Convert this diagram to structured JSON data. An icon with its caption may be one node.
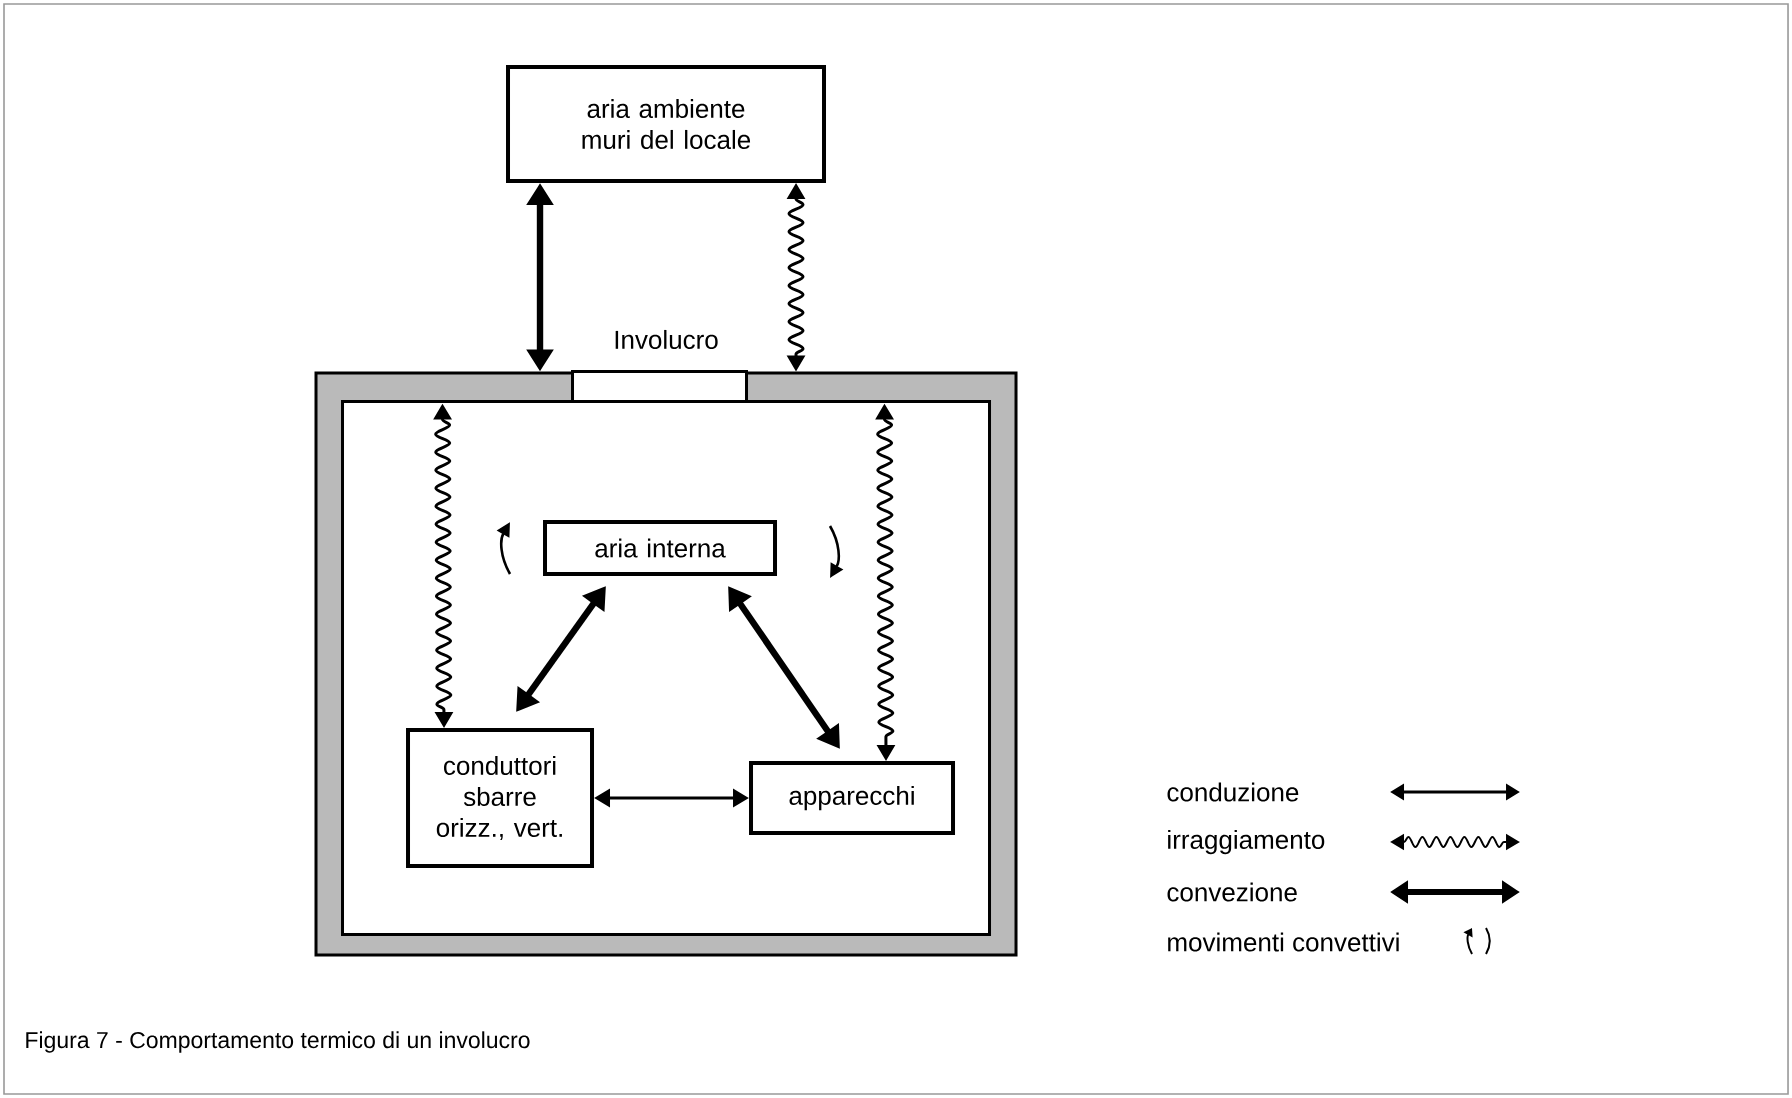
{
  "diagram": {
    "caption": "Figura 7 - Comportamento termico di un involucro",
    "nodes": [
      {
        "text": [
          "aria ambiente muri del locale"
        ]
      },
      {
        "text": [
          "Involucro"
        ]
      },
      {
        "text": [
          "aria interna"
        ],
        "in": 1
      },
      {
        "text": [
          "conduttori sbarre orizz., vert."
        ],
        "in": 1
      },
      {
        "text": [
          "apparecchi"
        ],
        "in": 1
      }
    ],
    "edges": [
      {
        "from": 0,
        "to": 1,
        "arrow": "both",
        "style": "thick"
      },
      {
        "from": 0,
        "to": 1,
        "arrow": "both"
      },
      {
        "from": 1,
        "to": 3,
        "arrow": "both"
      },
      {
        "from": 1,
        "to": 4,
        "arrow": "both"
      },
      {
        "from": 2,
        "to": 3,
        "arrow": "both",
        "style": "thick"
      },
      {
        "from": 2,
        "to": 4,
        "arrow": "both",
        "style": "thick"
      },
      {
        "from": 3,
        "to": 4,
        "arrow": "both"
      }
    ],
    "legend": [
      {
        "text": "conduzione"
      },
      {
        "text": "irraggiamento"
      },
      {
        "text": "convezione"
      },
      {
        "text": "movimenti convettivi"
      }
    ]
  }
}
